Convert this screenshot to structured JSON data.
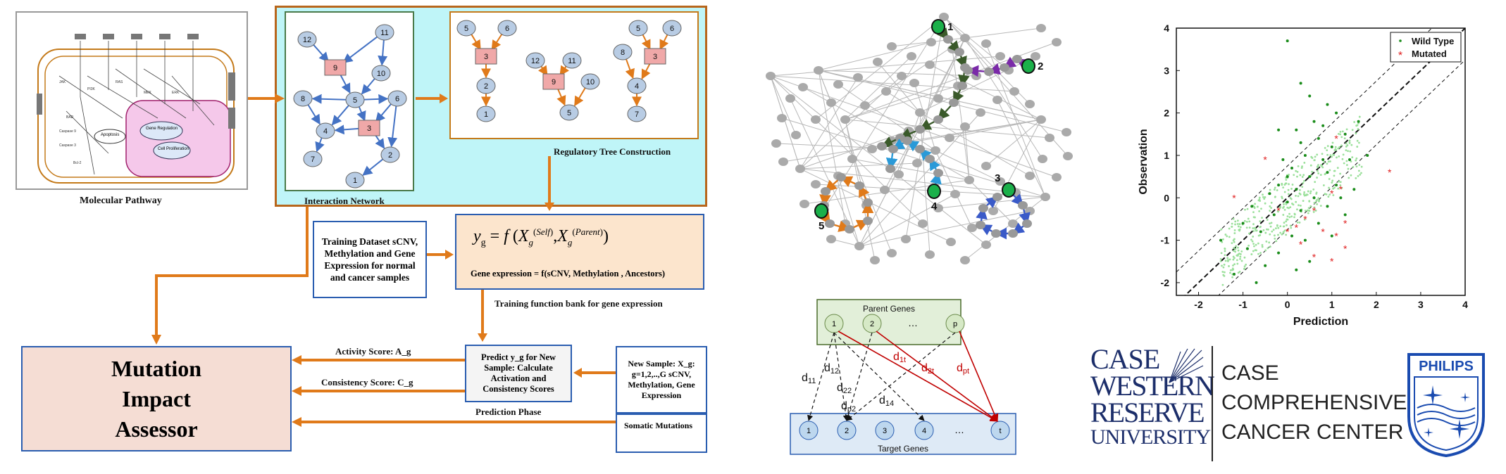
{
  "pipeline": {
    "molecular_pathway_label": "Molecular Pathway",
    "pathway_inner": {
      "gene_regulation": "Gene Regulation",
      "cell_proliferation": "Cell Proliferation",
      "apoptosis": "Apoptosis"
    },
    "interaction_network_label": "Interaction Network",
    "regulatory_tree_label": "Regulatory Tree Construction",
    "training_dataset_text": "Training Dataset sCNV, Methylation and Gene Expression for normal and cancer samples",
    "formula_gene_expression": "Gene expression = f(sCNV, Methylation , Ancestors)",
    "training_bank_label": "Training function bank for gene expression",
    "predict_text": "Predict y_g for New Sample: Calculate Activation and Consistency Scores",
    "prediction_phase_label": "Prediction Phase",
    "new_sample_text": "New Sample: X_g: g=1,2,..,G sCNV, Methylation, Gene Expression",
    "somatic_text": "Somatic Mutations",
    "activity_score_label": "Activity Score: A_g",
    "consistency_score_label": "Consistency Score: C_g",
    "mia_title": "Mutation Impact Assessor"
  },
  "network_nodes": [
    "12",
    "11",
    "9",
    "10",
    "5",
    "8",
    "6",
    "4",
    "3",
    "7",
    "2",
    "1"
  ],
  "tree1_nodes": [
    "5",
    "6",
    "3",
    "2",
    "1"
  ],
  "tree2_nodes": [
    "12",
    "11",
    "9",
    "10",
    "5"
  ],
  "tree3_nodes": [
    "5",
    "6",
    "8",
    "3",
    "4",
    "7"
  ],
  "graph_markers": [
    "1",
    "2",
    "3",
    "4",
    "5"
  ],
  "regression": {
    "parent_label": "Parent Genes",
    "target_label": "Target Genes",
    "parent_nodes": [
      "1",
      "2",
      "…",
      "p"
    ],
    "target_nodes": [
      "1",
      "2",
      "3",
      "4",
      "…",
      "t"
    ],
    "dashed_labels": [
      "d11",
      "d12",
      "d22",
      "dp2",
      "d14"
    ],
    "red_labels": [
      "d1t",
      "d2t",
      "dpt"
    ]
  },
  "chart_data": {
    "type": "scatter",
    "xlabel": "Prediction",
    "ylabel": "Observation",
    "xlim": [
      -2.5,
      4
    ],
    "ylim": [
      -2.3,
      4
    ],
    "xticks": [
      "-2",
      "-1",
      "0",
      "1",
      "2",
      "3",
      "4"
    ],
    "yticks": [
      "-2",
      "-1",
      "0",
      "1",
      "2",
      "3",
      "4"
    ],
    "legend": {
      "placement": "top-right",
      "entries": [
        "Wild Type",
        "Mutated"
      ]
    },
    "reference_lines": {
      "slope": 1,
      "offsets": [
        0,
        0.75,
        -0.75
      ]
    },
    "series": [
      {
        "name": "Wild Type",
        "color": "#1a8c1a",
        "points": [
          [
            -0.9,
            -1.2
          ],
          [
            -0.6,
            -0.8
          ],
          [
            -0.3,
            -0.4
          ],
          [
            0.0,
            -0.1
          ],
          [
            0.2,
            0.2
          ],
          [
            0.5,
            0.5
          ],
          [
            0.8,
            0.9
          ],
          [
            1.0,
            1.2
          ],
          [
            1.3,
            1.5
          ],
          [
            0.3,
            -0.3
          ],
          [
            0.6,
            0.0
          ],
          [
            -0.2,
            0.3
          ],
          [
            0.1,
            0.7
          ],
          [
            0.4,
            1.0
          ],
          [
            0.7,
            1.4
          ],
          [
            0.9,
            0.6
          ],
          [
            1.1,
            0.3
          ],
          [
            1.4,
            0.9
          ],
          [
            -0.5,
            -1.6
          ],
          [
            -0.2,
            -1.3
          ],
          [
            0.1,
            -0.9
          ],
          [
            0.4,
            -1.0
          ],
          [
            0.7,
            -0.6
          ],
          [
            0.9,
            -0.2
          ],
          [
            1.2,
            0.0
          ],
          [
            -1.0,
            -0.6
          ],
          [
            -0.8,
            -0.2
          ],
          [
            -0.4,
            0.1
          ],
          [
            0.0,
            0.5
          ],
          [
            0.3,
            1.3
          ],
          [
            0.6,
            1.8
          ],
          [
            0.9,
            2.2
          ],
          [
            0.3,
            2.7
          ],
          [
            0.0,
            3.7
          ],
          [
            -0.2,
            1.6
          ],
          [
            1.6,
            1.8
          ],
          [
            1.8,
            1.0
          ],
          [
            1.5,
            0.2
          ],
          [
            -1.5,
            -1.0
          ],
          [
            -1.2,
            -1.8
          ],
          [
            -0.7,
            -2.0
          ],
          [
            0.2,
            -1.7
          ],
          [
            0.5,
            -1.5
          ],
          [
            1.0,
            -0.9
          ],
          [
            1.3,
            -0.4
          ],
          [
            -0.1,
            0.9
          ],
          [
            0.2,
            1.6
          ],
          [
            0.5,
            2.4
          ],
          [
            0.8,
            1.7
          ],
          [
            1.1,
            2.0
          ]
        ]
      },
      {
        "name": "Mutated",
        "color": "#e02020",
        "points": [
          [
            -1.2,
            0.0
          ],
          [
            -0.5,
            0.9
          ],
          [
            -0.2,
            -0.3
          ],
          [
            0.0,
            -0.8
          ],
          [
            0.2,
            -0.7
          ],
          [
            0.4,
            -0.5
          ],
          [
            0.6,
            -0.3
          ],
          [
            0.8,
            -0.8
          ],
          [
            1.0,
            0.1
          ],
          [
            1.1,
            -0.9
          ],
          [
            1.3,
            -0.6
          ],
          [
            1.3,
            -1.2
          ],
          [
            1.0,
            -1.5
          ],
          [
            0.6,
            -1.4
          ],
          [
            0.3,
            -1.1
          ],
          [
            1.2,
            0.2
          ],
          [
            2.3,
            0.6
          ],
          [
            1.1,
            1.4
          ]
        ]
      }
    ]
  },
  "logos": {
    "cwru_line1": "CASE",
    "cwru_line2": "WESTERN",
    "cwru_line3": "RESERVE",
    "cwru_line4": "UNIVERSITY",
    "cancer_center_line1": "CASE",
    "cancer_center_line2": "COMPREHENSIVE",
    "cancer_center_line3": "CANCER CENTER",
    "philips": "PHILIPS"
  }
}
